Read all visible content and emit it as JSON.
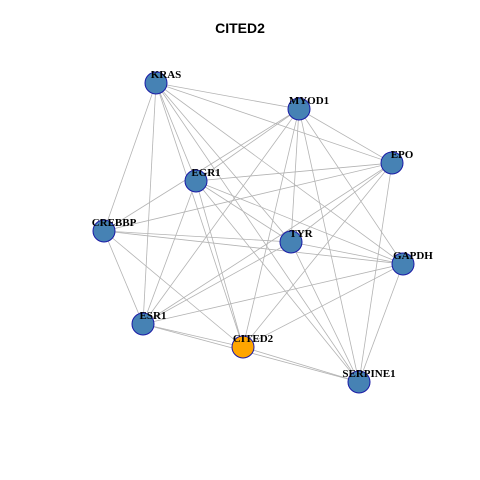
{
  "title": "CITED2",
  "colors": {
    "node_default": "#4682b4",
    "node_focus": "#ffa500",
    "node_stroke": "#1a1aa6",
    "edge": "#b3b3b3"
  },
  "nodes": [
    {
      "id": "KRAS",
      "label": "KRAS",
      "focus": false
    },
    {
      "id": "MYOD1",
      "label": "MYOD1",
      "focus": false
    },
    {
      "id": "EPO",
      "label": "EPO",
      "focus": false
    },
    {
      "id": "EGR1",
      "label": "EGR1",
      "focus": false
    },
    {
      "id": "CREBBP",
      "label": "CREBBP",
      "focus": false
    },
    {
      "id": "TYR",
      "label": "TYR",
      "focus": false
    },
    {
      "id": "GAPDH",
      "label": "GAPDH",
      "focus": false
    },
    {
      "id": "ESR1",
      "label": "ESR1",
      "focus": false
    },
    {
      "id": "CITED2",
      "label": "CITED2",
      "focus": true
    },
    {
      "id": "SERPINE1",
      "label": "SERPINE1",
      "focus": false
    }
  ],
  "edges": [
    [
      "KRAS",
      "MYOD1"
    ],
    [
      "KRAS",
      "EPO"
    ],
    [
      "KRAS",
      "EGR1"
    ],
    [
      "KRAS",
      "CREBBP"
    ],
    [
      "KRAS",
      "TYR"
    ],
    [
      "KRAS",
      "GAPDH"
    ],
    [
      "KRAS",
      "ESR1"
    ],
    [
      "KRAS",
      "CITED2"
    ],
    [
      "KRAS",
      "SERPINE1"
    ],
    [
      "MYOD1",
      "EPO"
    ],
    [
      "MYOD1",
      "EGR1"
    ],
    [
      "MYOD1",
      "CREBBP"
    ],
    [
      "MYOD1",
      "TYR"
    ],
    [
      "MYOD1",
      "GAPDH"
    ],
    [
      "MYOD1",
      "ESR1"
    ],
    [
      "MYOD1",
      "CITED2"
    ],
    [
      "MYOD1",
      "SERPINE1"
    ],
    [
      "EPO",
      "EGR1"
    ],
    [
      "EPO",
      "CREBBP"
    ],
    [
      "EPO",
      "TYR"
    ],
    [
      "EPO",
      "ESR1"
    ],
    [
      "EPO",
      "CITED2"
    ],
    [
      "EPO",
      "SERPINE1"
    ],
    [
      "EGR1",
      "TYR"
    ],
    [
      "EGR1",
      "GAPDH"
    ],
    [
      "EGR1",
      "ESR1"
    ],
    [
      "EGR1",
      "CITED2"
    ],
    [
      "EGR1",
      "SERPINE1"
    ],
    [
      "CREBBP",
      "TYR"
    ],
    [
      "CREBBP",
      "GAPDH"
    ],
    [
      "CREBBP",
      "ESR1"
    ],
    [
      "CREBBP",
      "CITED2"
    ],
    [
      "TYR",
      "GAPDH"
    ],
    [
      "TYR",
      "ESR1"
    ],
    [
      "TYR",
      "SERPINE1"
    ],
    [
      "GAPDH",
      "ESR1"
    ],
    [
      "GAPDH",
      "CITED2"
    ],
    [
      "GAPDH",
      "SERPINE1"
    ],
    [
      "ESR1",
      "CITED2"
    ],
    [
      "ESR1",
      "SERPINE1"
    ],
    [
      "CITED2",
      "SERPINE1"
    ]
  ]
}
